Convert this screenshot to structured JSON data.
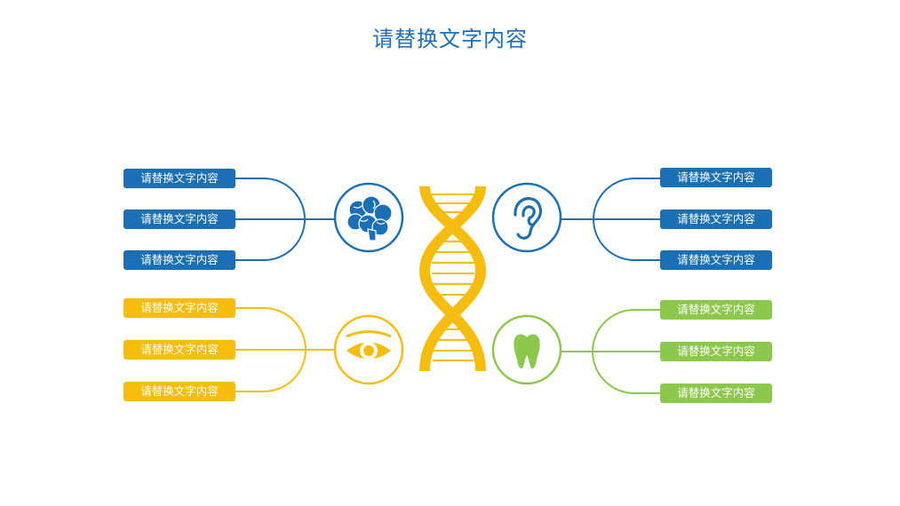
{
  "title": "请替换文字内容",
  "colors": {
    "blue": "#1a6fb5",
    "yellow": "#f7bd0e",
    "green": "#8cc84b"
  },
  "center_icon": "dna-icon",
  "groups": {
    "top_left": {
      "color": "blue",
      "icon": "brain-icon",
      "labels": [
        "请替换文字内容",
        "请替换文字内容",
        "请替换文字内容"
      ]
    },
    "top_right": {
      "color": "blue",
      "icon": "ear-icon",
      "labels": [
        "请替换文字内容",
        "请替换文字内容",
        "请替换文字内容"
      ]
    },
    "bottom_left": {
      "color": "yellow",
      "icon": "eye-icon",
      "labels": [
        "请替换文字内容",
        "请替换文字内容",
        "请替换文字内容"
      ]
    },
    "bottom_right": {
      "color": "green",
      "icon": "tooth-icon",
      "labels": [
        "请替换文字内容",
        "请替换文字内容",
        "请替换文字内容"
      ]
    }
  }
}
